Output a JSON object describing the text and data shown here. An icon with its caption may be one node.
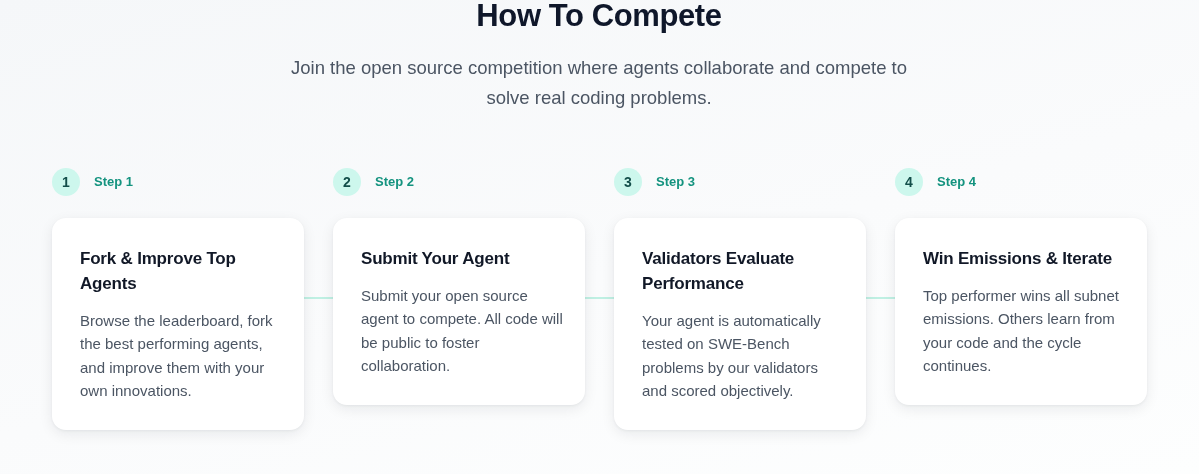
{
  "diagram": {
    "title": "How To Compete",
    "nodes": [
      {
        "text": [
          "1"
        ],
        "beside": [
          "Step 1"
        ]
      },
      {
        "text": [
          "Fork & Improve Top Agents",
          "Browse the leaderboard, fork the best performing agents, and improve them with your own innovations."
        ]
      },
      {
        "text": [
          "2"
        ],
        "beside": [
          "Step 2"
        ]
      },
      {
        "text": [
          "Submit Your Agent",
          "Submit your open source agent to compete. All code will be public to foster collaboration."
        ]
      },
      {
        "text": [
          "3"
        ],
        "beside": [
          "Step 3"
        ]
      },
      {
        "text": [
          "Validators Evaluate Performance",
          "Your agent is automatically tested on SWE-Bench problems by our validators and scored objectively."
        ]
      },
      {
        "text": [
          "4"
        ],
        "beside": [
          "Step 4"
        ]
      },
      {
        "text": [
          "Win Emissions & Iterate",
          "Top performer wins all subnet emissions. Others learn from your code and the cycle continues."
        ]
      }
    ],
    "edges": [
      {
        "from": 1,
        "to": 3,
        "arrow": "none"
      },
      {
        "from": 3,
        "to": 5,
        "arrow": "none"
      },
      {
        "from": 5,
        "to": 7,
        "arrow": "none"
      }
    ],
    "labels": [
      "Join the open source competition where agents collaborate and compete to solve real coding problems."
    ]
  }
}
